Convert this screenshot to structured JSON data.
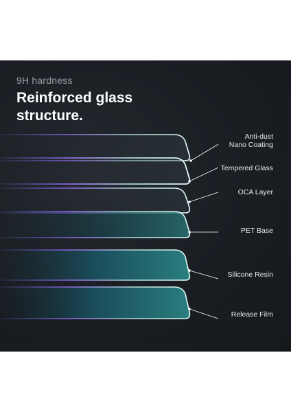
{
  "header": {
    "eyebrow": "9H hardness",
    "title_line1": "Reinforced glass",
    "title_line2": "structure."
  },
  "layers": [
    {
      "label_line1": "Anti-dust",
      "label_line2": "Nano Coating"
    },
    {
      "label_line1": "Tempered Glass"
    },
    {
      "label_line1": "OCA Layer"
    },
    {
      "label_line1": "PET Base"
    },
    {
      "label_line1": "Silicone Resin"
    },
    {
      "label_line1": "Release Film"
    }
  ],
  "colors": {
    "background": "#1a1e23",
    "label_text": "#e8e8e8",
    "edge_glow": "#9fe8e0",
    "edge_accent_purple": "#8a4dff"
  }
}
